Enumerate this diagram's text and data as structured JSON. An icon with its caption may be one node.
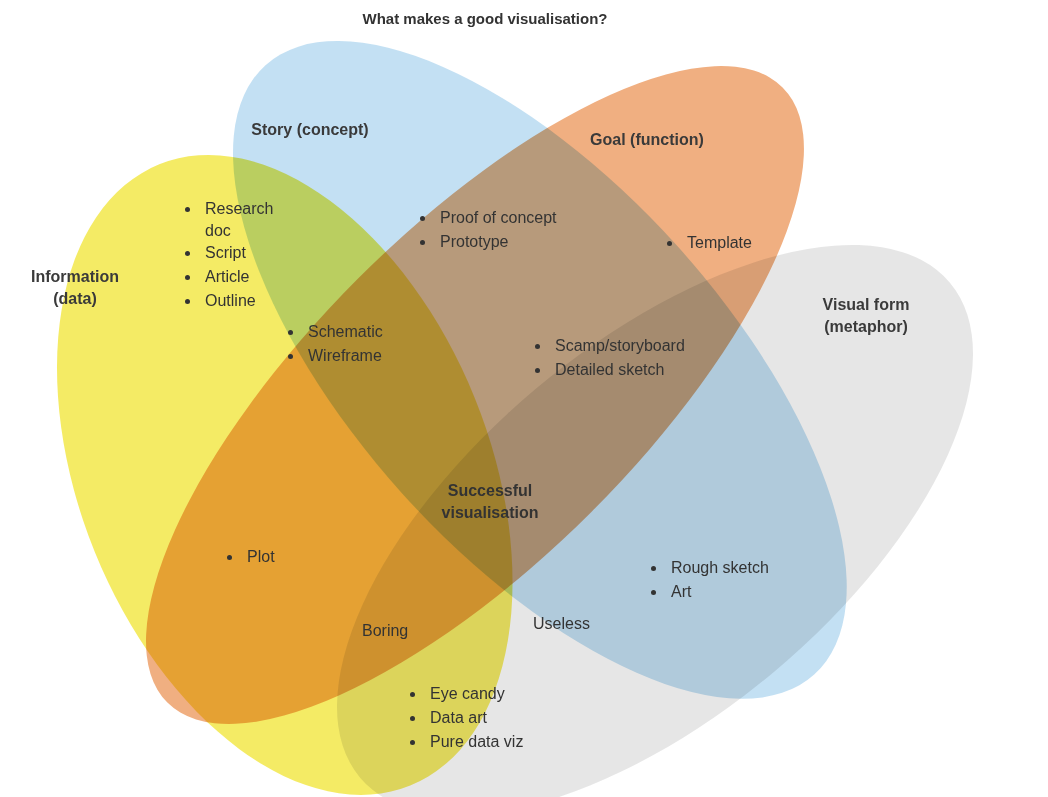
{
  "diagram": {
    "title": "What makes a good visualisation?",
    "nodes": [
      {
        "text": [
          "Information (data)"
        ]
      },
      {
        "text": [
          "Story (concept)"
        ]
      },
      {
        "text": [
          "Goal (function)"
        ]
      },
      {
        "text": [
          "Visual form (metaphor)"
        ]
      }
    ],
    "labels": [
      "Research doc",
      "Script",
      "Article",
      "Outline",
      "Proof of concept",
      "Prototype",
      "Template",
      "Schematic",
      "Wireframe",
      "Scamp/storyboard",
      "Detailed sketch",
      "Successful visualisation",
      "Plot",
      "Rough sketch",
      "Art",
      "Boring",
      "Useless",
      "Eye candy",
      "Data art",
      "Pure data viz"
    ]
  }
}
